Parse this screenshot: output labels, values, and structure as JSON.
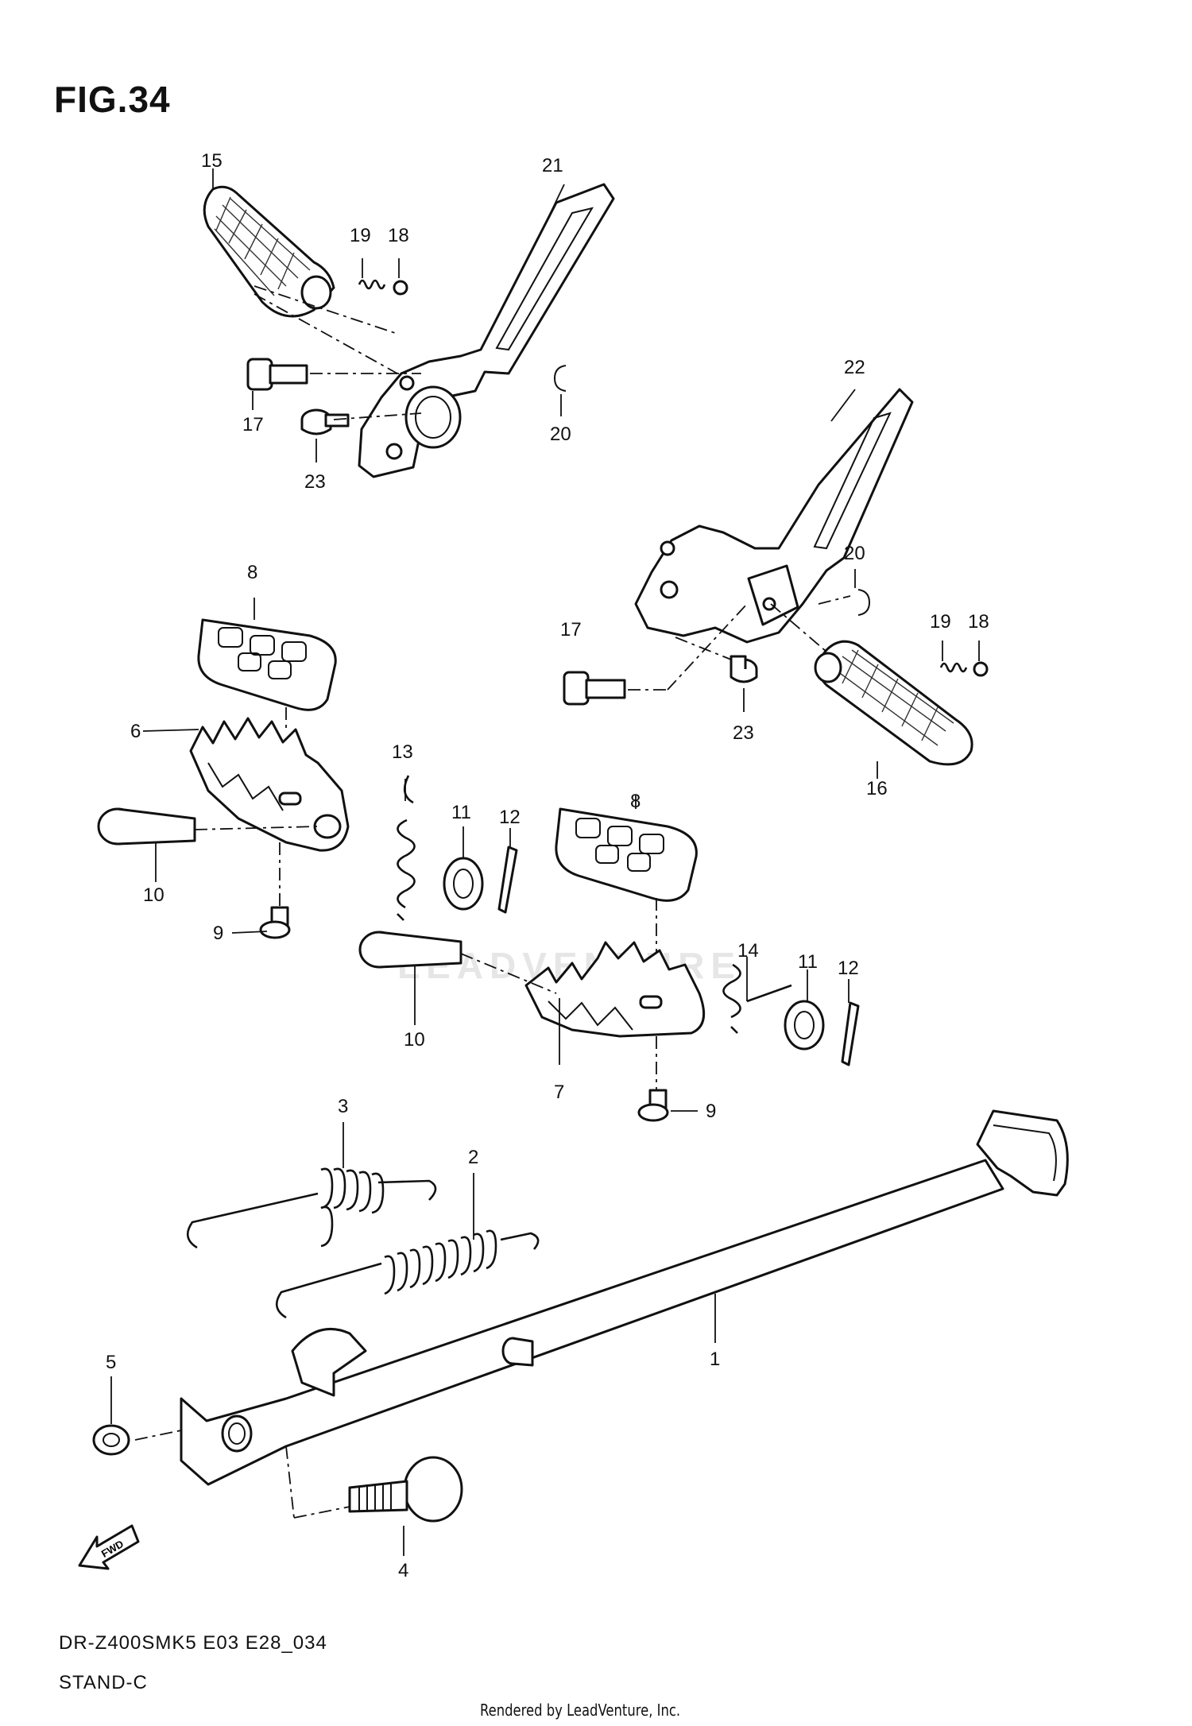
{
  "header": {
    "figure": "FIG.34"
  },
  "footer": {
    "model_code": "DR-Z400SMK5 E03 E28_034",
    "section": "STAND-C",
    "credit": "Rendered by LeadVenture, Inc."
  },
  "watermark": {
    "text": "LEADVENTURE"
  },
  "callouts": [
    "15",
    "21",
    "19",
    "18",
    "17",
    "23",
    "20",
    "22",
    "20",
    "17",
    "19",
    "18",
    "23",
    "16",
    "8",
    "6",
    "13",
    "11",
    "12",
    "10",
    "9",
    "8",
    "14",
    "11",
    "12",
    "10",
    "7",
    "9",
    "3",
    "2",
    "1",
    "5",
    "4"
  ]
}
